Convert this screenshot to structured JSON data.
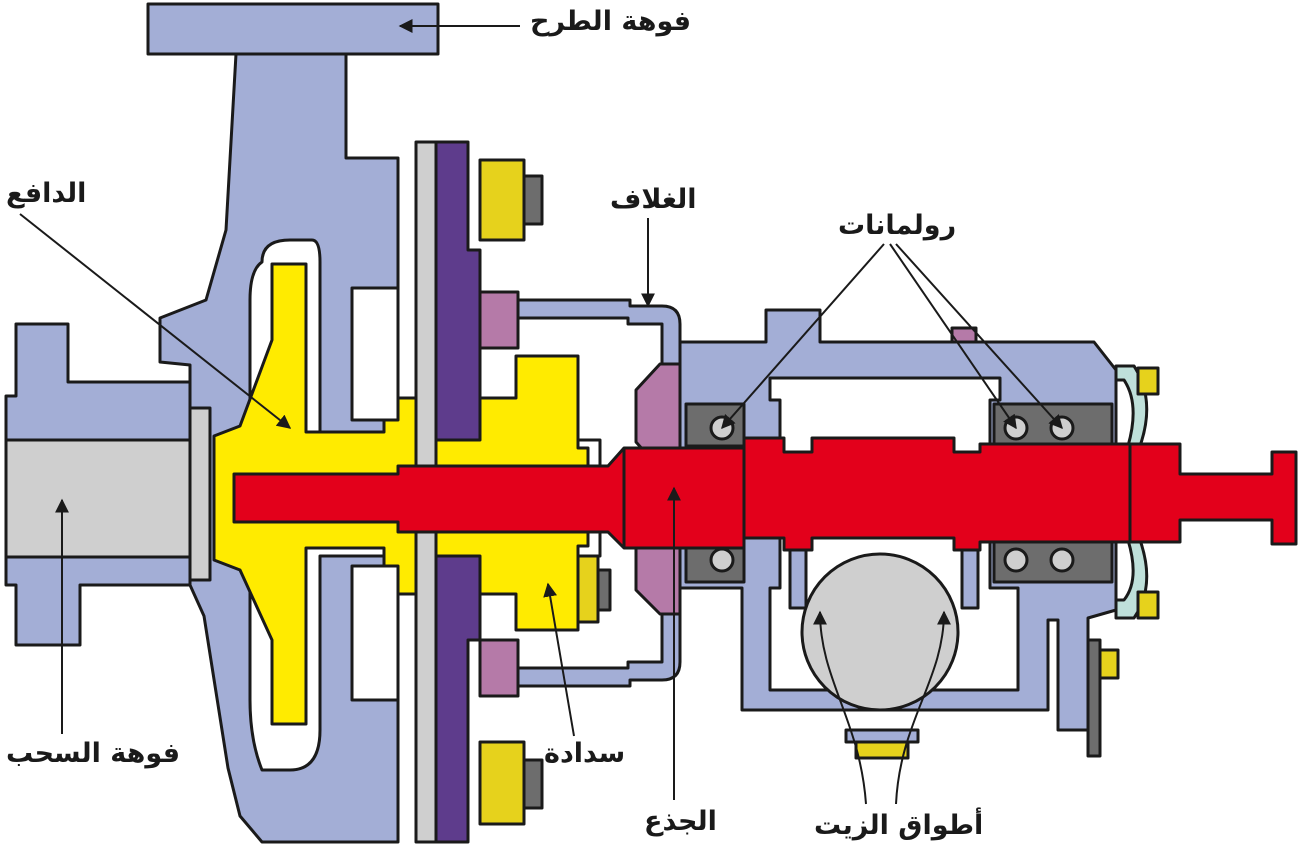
{
  "diagram": {
    "labels": {
      "discharge_nozzle": "فوهة الطرح",
      "impeller": "الدافع",
      "casing": "الغلاف",
      "bearings": "رولمانات",
      "suction_nozzle": "فوهة السحب",
      "seal": "سدادة",
      "shaft": "الجذع",
      "oil_rings": "أطواق الزيت"
    },
    "colors": {
      "housing": "#a3aed6",
      "impeller": "#ffeb00",
      "shaft": "#e3001b",
      "seal_plate": "#5e3c8c",
      "gasket": "#cfcfcf",
      "gland": "#b57aa8",
      "bolt": "#e6d21c",
      "bearing": "#6d6d6d",
      "end_cover": "#bfe0da",
      "outline": "#1a1a1a"
    }
  }
}
